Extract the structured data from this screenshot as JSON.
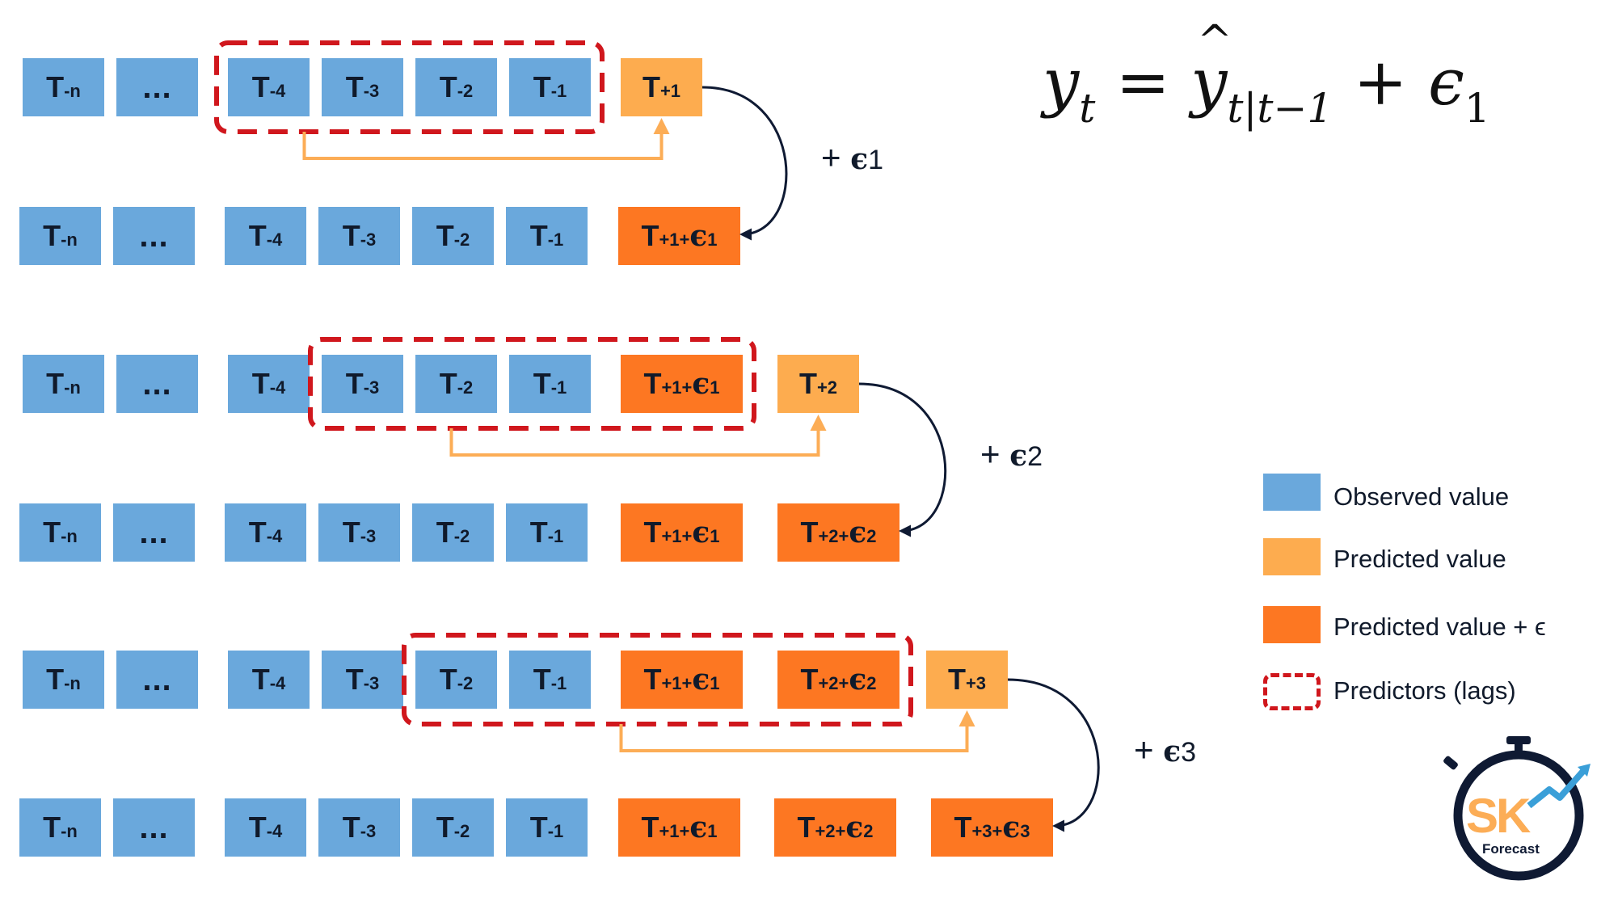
{
  "equation": {
    "lhs": "y",
    "lhs_sub": "t",
    "eq": "=",
    "rhs": "y",
    "rhs_sub": "t|t−1",
    "plus": "+",
    "err": "ϵ",
    "err_sub": "1"
  },
  "steps": [
    {
      "top_row": [
        {
          "main": "T",
          "sub": "-n",
          "kind": "obs"
        },
        {
          "main": "...",
          "sub": "",
          "kind": "obs"
        },
        {
          "main": "T",
          "sub": "-4",
          "kind": "obs"
        },
        {
          "main": "T",
          "sub": "-3",
          "kind": "obs"
        },
        {
          "main": "T",
          "sub": "-2",
          "kind": "obs"
        },
        {
          "main": "T",
          "sub": "-1",
          "kind": "obs"
        },
        {
          "main": "T",
          "sub": "+1",
          "kind": "pred"
        }
      ],
      "bottom_row": [
        {
          "main": "T",
          "sub": "-n",
          "kind": "obs"
        },
        {
          "main": "...",
          "sub": "",
          "kind": "obs"
        },
        {
          "main": "T",
          "sub": "-4",
          "kind": "obs"
        },
        {
          "main": "T",
          "sub": "-3",
          "kind": "obs"
        },
        {
          "main": "T",
          "sub": "-2",
          "kind": "obs"
        },
        {
          "main": "T",
          "sub": "-1",
          "kind": "obs"
        },
        {
          "main": "T",
          "sub": "+1+",
          "eps": "ϵ",
          "epsn": "1",
          "kind": "prede"
        }
      ],
      "error_label": {
        "plus": "+",
        "eps": "ϵ",
        "n": "1"
      }
    },
    {
      "top_row": [
        {
          "main": "T",
          "sub": "-n",
          "kind": "obs"
        },
        {
          "main": "...",
          "sub": "",
          "kind": "obs"
        },
        {
          "main": "T",
          "sub": "-4",
          "kind": "obs"
        },
        {
          "main": "T",
          "sub": "-3",
          "kind": "obs"
        },
        {
          "main": "T",
          "sub": "-2",
          "kind": "obs"
        },
        {
          "main": "T",
          "sub": "-1",
          "kind": "obs"
        },
        {
          "main": "T",
          "sub": "+1+",
          "eps": "ϵ",
          "epsn": "1",
          "kind": "prede"
        },
        {
          "main": "T",
          "sub": "+2",
          "kind": "pred"
        }
      ],
      "bottom_row": [
        {
          "main": "T",
          "sub": "-n",
          "kind": "obs"
        },
        {
          "main": "...",
          "sub": "",
          "kind": "obs"
        },
        {
          "main": "T",
          "sub": "-4",
          "kind": "obs"
        },
        {
          "main": "T",
          "sub": "-3",
          "kind": "obs"
        },
        {
          "main": "T",
          "sub": "-2",
          "kind": "obs"
        },
        {
          "main": "T",
          "sub": "-1",
          "kind": "obs"
        },
        {
          "main": "T",
          "sub": "+1+",
          "eps": "ϵ",
          "epsn": "1",
          "kind": "prede"
        },
        {
          "main": "T",
          "sub": "+2+",
          "eps": "ϵ",
          "epsn": "2",
          "kind": "prede"
        }
      ],
      "error_label": {
        "plus": "+",
        "eps": "ϵ",
        "n": "2"
      }
    },
    {
      "top_row": [
        {
          "main": "T",
          "sub": "-n",
          "kind": "obs"
        },
        {
          "main": "...",
          "sub": "",
          "kind": "obs"
        },
        {
          "main": "T",
          "sub": "-4",
          "kind": "obs"
        },
        {
          "main": "T",
          "sub": "-3",
          "kind": "obs"
        },
        {
          "main": "T",
          "sub": "-2",
          "kind": "obs"
        },
        {
          "main": "T",
          "sub": "-1",
          "kind": "obs"
        },
        {
          "main": "T",
          "sub": "+1+",
          "eps": "ϵ",
          "epsn": "1",
          "kind": "prede"
        },
        {
          "main": "T",
          "sub": "+2+",
          "eps": "ϵ",
          "epsn": "2",
          "kind": "prede"
        },
        {
          "main": "T",
          "sub": "+3",
          "kind": "pred"
        }
      ],
      "bottom_row": [
        {
          "main": "T",
          "sub": "-n",
          "kind": "obs"
        },
        {
          "main": "...",
          "sub": "",
          "kind": "obs"
        },
        {
          "main": "T",
          "sub": "-4",
          "kind": "obs"
        },
        {
          "main": "T",
          "sub": "-3",
          "kind": "obs"
        },
        {
          "main": "T",
          "sub": "-2",
          "kind": "obs"
        },
        {
          "main": "T",
          "sub": "-1",
          "kind": "obs"
        },
        {
          "main": "T",
          "sub": "+1+",
          "eps": "ϵ",
          "epsn": "1",
          "kind": "prede"
        },
        {
          "main": "T",
          "sub": "+2+",
          "eps": "ϵ",
          "epsn": "2",
          "kind": "prede"
        },
        {
          "main": "T",
          "sub": "+3+",
          "eps": "ϵ",
          "epsn": "3",
          "kind": "prede"
        }
      ],
      "error_label": {
        "plus": "+",
        "eps": "ϵ",
        "n": "3"
      }
    }
  ],
  "legend": [
    {
      "label": "Observed value",
      "kind": "obs"
    },
    {
      "label": "Predicted value",
      "kind": "pred"
    },
    {
      "label": "Predicted value + ϵ",
      "kind": "prede"
    },
    {
      "label": "Predictors (lags)",
      "kind": "lags"
    }
  ],
  "colors": {
    "observed": "#6aa8dc",
    "predicted": "#fdac4f",
    "predicted_error": "#fd7722",
    "lag_border": "#d0171d",
    "feed_arrow": "#fcad56",
    "error_arrow": "#0f1a33"
  },
  "logo": {
    "letters": "SK",
    "name": "Forecast"
  }
}
